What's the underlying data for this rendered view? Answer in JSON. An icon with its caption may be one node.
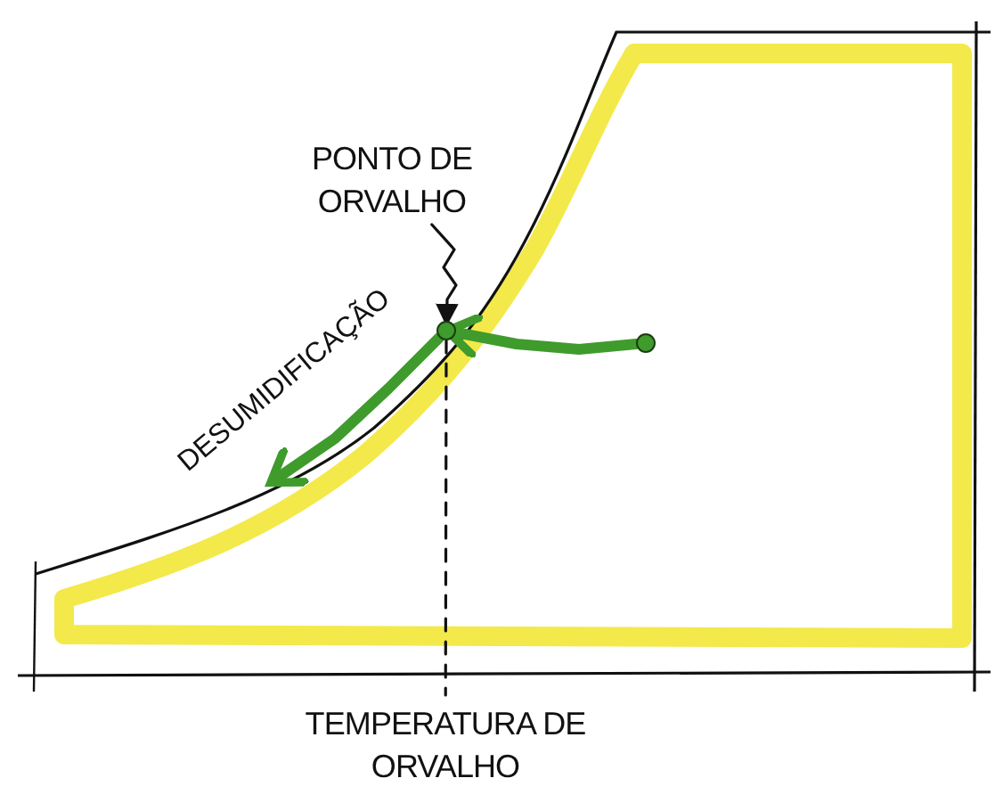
{
  "diagram": {
    "nodes": [
      {
        "text": [
          "PONTO DE ORVALHO"
        ]
      },
      {
        "text": [],
        "shape": "circle"
      },
      {
        "text": [],
        "shape": "circle"
      },
      {
        "text": [
          "TEMPERATURA DE ORVALHO"
        ]
      }
    ],
    "edges": [
      {
        "from": 2,
        "to": 1,
        "arrow": "to",
        "style": "thick",
        "color": "#3f9b2c"
      },
      {
        "from": 1,
        "to": null,
        "arrow": "to",
        "label": "DESUMIDIFICAÇÃO",
        "style": "thick",
        "color": "#3f9b2c"
      },
      {
        "from": 0,
        "to": 1,
        "arrow": "to",
        "color": "#111111"
      },
      {
        "from": 1,
        "to": 3,
        "arrow": "none",
        "style": "dashed",
        "color": "#111111"
      }
    ]
  }
}
